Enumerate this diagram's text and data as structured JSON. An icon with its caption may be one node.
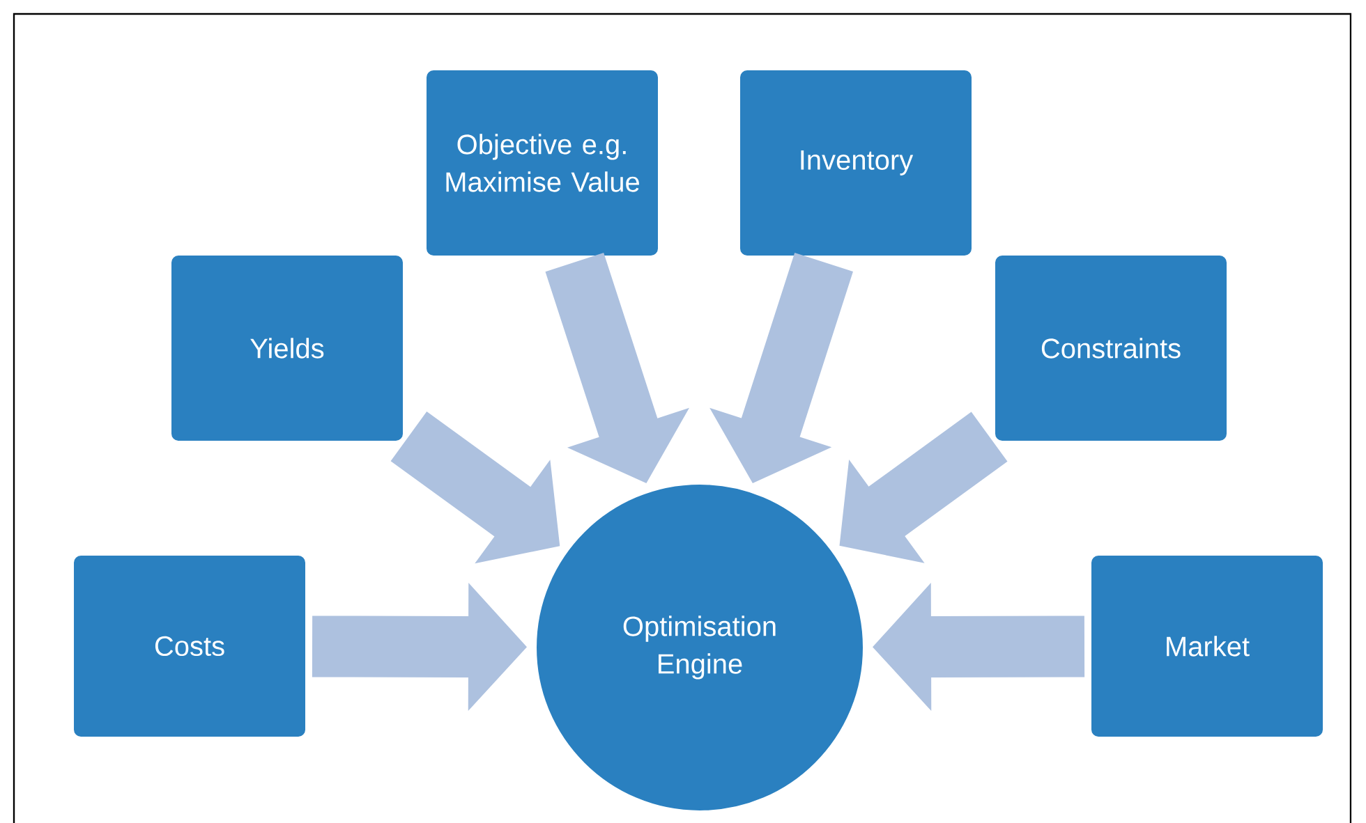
{
  "diagram": {
    "nodes": [
      {
        "text": [
          "Objective e.g. Maximise Value"
        ]
      },
      {
        "text": [
          "Inventory"
        ]
      },
      {
        "text": [
          "Yields"
        ]
      },
      {
        "text": [
          "Constraints"
        ]
      },
      {
        "text": [
          "Costs"
        ]
      },
      {
        "text": [
          "Optimisation Engine"
        ]
      },
      {
        "text": [
          "Market"
        ]
      }
    ],
    "edges": [
      {
        "from": 0,
        "to": 5,
        "arrow": "to"
      },
      {
        "from": 1,
        "to": 5,
        "arrow": "to"
      },
      {
        "from": 2,
        "to": 5,
        "arrow": "to"
      },
      {
        "from": 3,
        "to": 5,
        "arrow": "to"
      },
      {
        "from": 4,
        "to": 5,
        "arrow": "to"
      },
      {
        "from": 6,
        "to": 5,
        "arrow": "to"
      }
    ]
  }
}
